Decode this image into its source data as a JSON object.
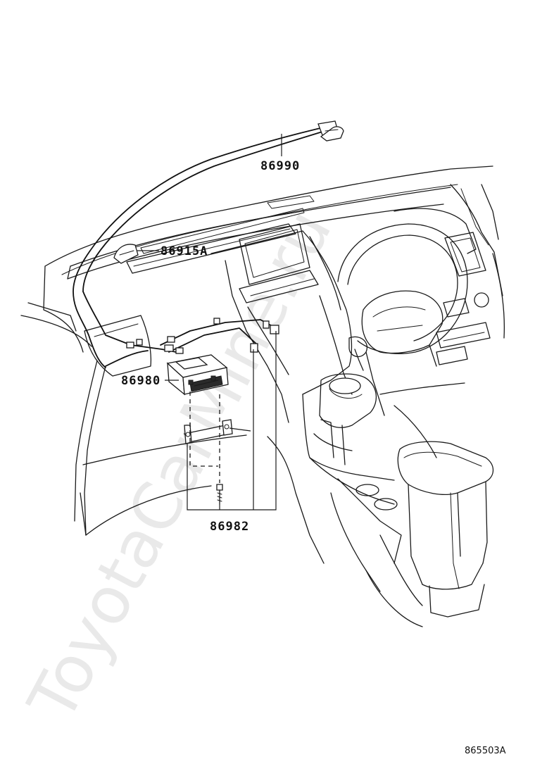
{
  "diagram": {
    "callouts": [
      {
        "part_number": "86990"
      },
      {
        "part_number": "86915A"
      },
      {
        "part_number": "86980"
      },
      {
        "part_number": "86982"
      }
    ],
    "illustration_code": "865503A",
    "watermark": "ToyotaCarMine.ru"
  }
}
